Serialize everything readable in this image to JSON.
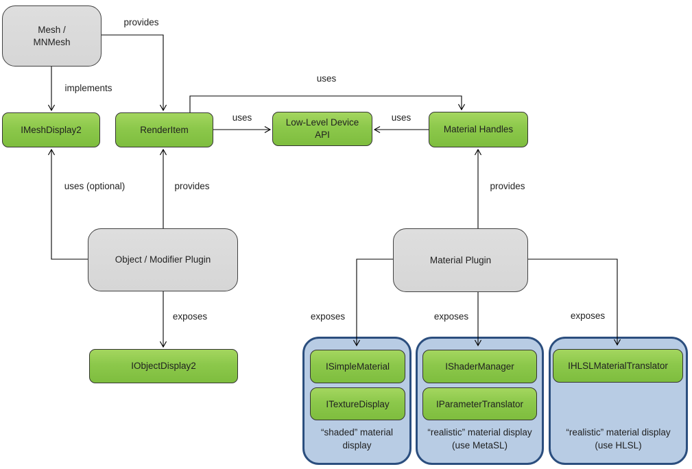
{
  "diagram": {
    "nodes": {
      "mesh": "Mesh /\nMNMesh",
      "imesh_display2": "IMeshDisplay2",
      "render_item": "RenderItem",
      "low_level_device_api": "Low-Level Device API",
      "material_handles": "Material Handles",
      "object_modifier_plugin": "Object / Modifier Plugin",
      "material_plugin": "Material Plugin",
      "iobject_display2": "IObjectDisplay2",
      "isimple_material": "ISimpleMaterial",
      "itexture_display": "ITextureDisplay",
      "ishader_manager": "IShaderManager",
      "iparameter_translator": "IParameterTranslator",
      "ihlsl_material_translator": "IHLSLMaterialTranslator"
    },
    "edge_labels": {
      "provides_mesh_renderitem": "provides",
      "implements_mesh_imeshdisplay2": "implements",
      "uses_renderitem_materialhandles": "uses",
      "uses_renderitem_api": "uses",
      "uses_materialhandles_api": "uses",
      "uses_optional_objmod_imeshdisplay2": "uses (optional)",
      "provides_objmod_renderitem": "provides",
      "provides_matplugin_handles": "provides",
      "exposes_objmod_iobjectdisplay2": "exposes",
      "exposes_matplugin_simple": "exposes",
      "exposes_matplugin_shader": "exposes",
      "exposes_matplugin_hlsl": "exposes"
    },
    "captions": {
      "shaded_display": "“shaded” material display",
      "metasl_display": "“realistic” material display (use MetaSL)",
      "hlsl_display": "“realistic” material display (use HLSL)"
    },
    "colors": {
      "green_fill": "#8cc84b",
      "gray_fill": "#d9d9d9",
      "blue_fill": "#b8cce4",
      "blue_border": "#2b4e7e",
      "line": "#000000"
    }
  }
}
